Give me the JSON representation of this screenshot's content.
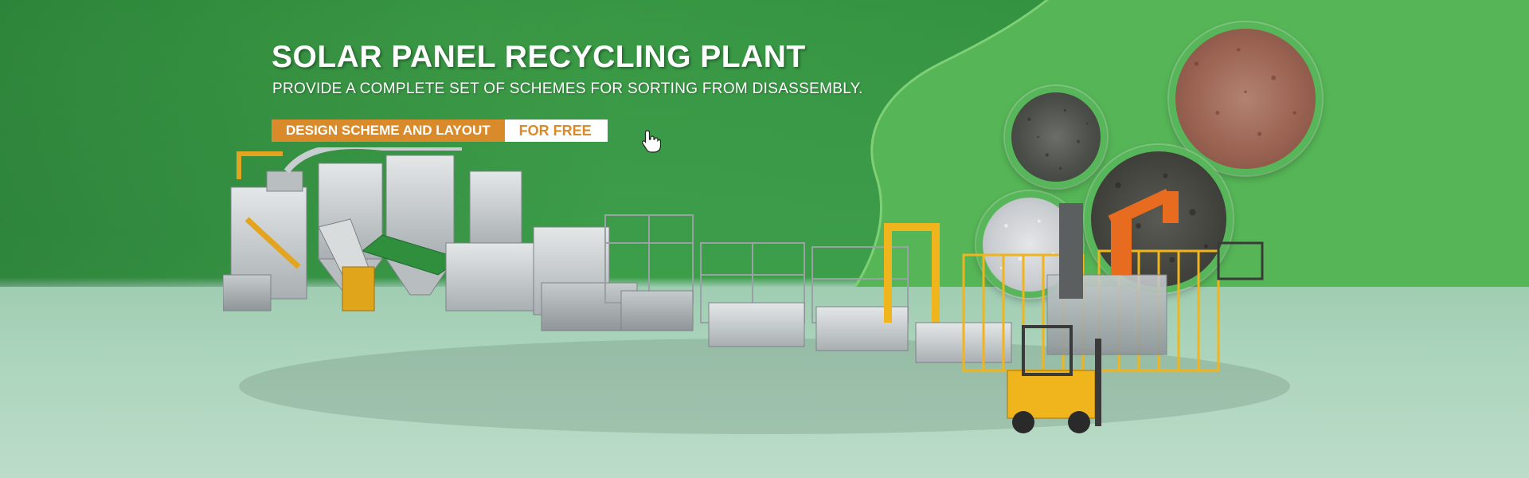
{
  "hero": {
    "title": "SOLAR PANEL RECYCLING PLANT",
    "subtitle": "PROVIDE A COMPLETE SET OF SCHEMES FOR SORTING FROM DISASSEMBLY.",
    "cta_primary": "DESIGN SCHEME AND LAYOUT",
    "cta_secondary": "FOR FREE"
  },
  "icons": {
    "cursor": "hand-pointer-icon"
  },
  "colors": {
    "background": "#3a9a48",
    "accent": "#d98a2b",
    "text": "#ffffff"
  }
}
